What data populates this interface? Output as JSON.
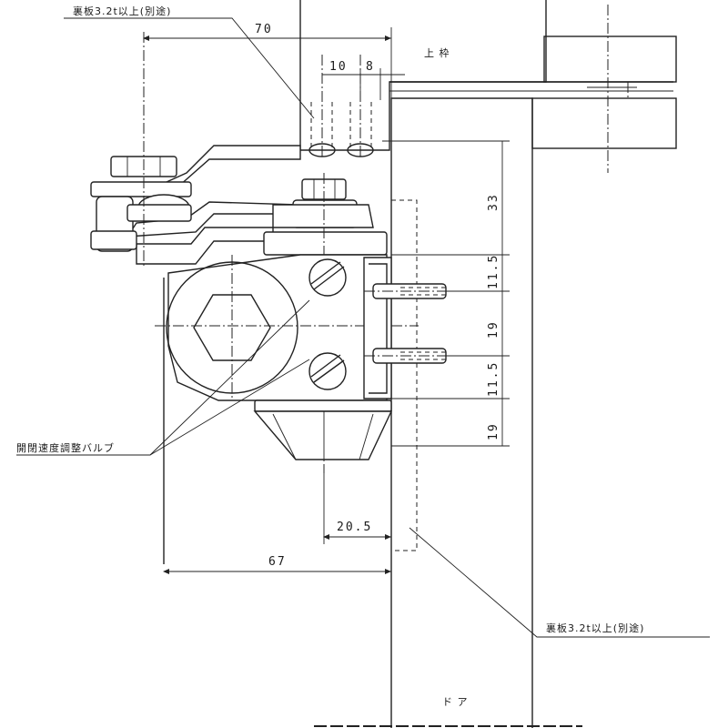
{
  "labels": {
    "top_plate_note": "裏板3.2t以上(別途)",
    "upper_frame": "上 枠",
    "door": "ド ア",
    "valve_note": "開閉速度調整バルブ",
    "door_plate_note": "裏板3.2t以上(別途)"
  },
  "dimensions": {
    "d70": "70",
    "d10": "10",
    "d8": "8",
    "d33": "33",
    "d11_5_a": "11.5",
    "d19_a": "19",
    "d11_5_b": "11.5",
    "d19_b": "19",
    "d20_5": "20.5",
    "d67": "67"
  }
}
